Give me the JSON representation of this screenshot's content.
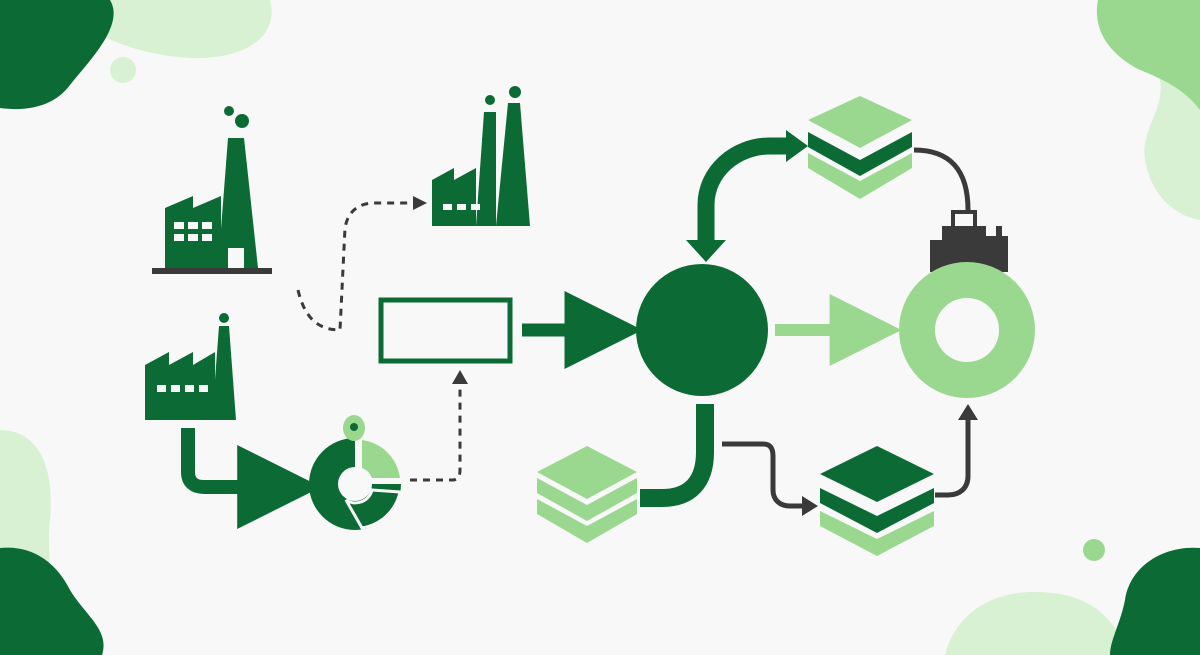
{
  "colors": {
    "background": "#f8f8f8",
    "dark_green": "#0c6b35",
    "light_green": "#9bd88f",
    "pale_green": "#d9f1d3",
    "dark_gray": "#3a3a3a"
  },
  "nodes": [
    {
      "id": "factory-top-left",
      "icon": "factory-icon"
    },
    {
      "id": "factory-top-center",
      "icon": "factory-icon"
    },
    {
      "id": "factory-bottom-left",
      "icon": "factory-icon"
    },
    {
      "id": "recycle-cycle",
      "icon": "recycle-donut-icon"
    },
    {
      "id": "collection-box",
      "icon": "rectangle-outline"
    },
    {
      "id": "central-hub",
      "icon": "filled-circle"
    },
    {
      "id": "output-ring",
      "icon": "ring-icon"
    },
    {
      "id": "equipment",
      "icon": "machine-icon"
    },
    {
      "id": "stack-top",
      "icon": "layers-icon"
    },
    {
      "id": "stack-bottom-left",
      "icon": "layers-icon"
    },
    {
      "id": "stack-bottom-right",
      "icon": "layers-icon"
    }
  ]
}
